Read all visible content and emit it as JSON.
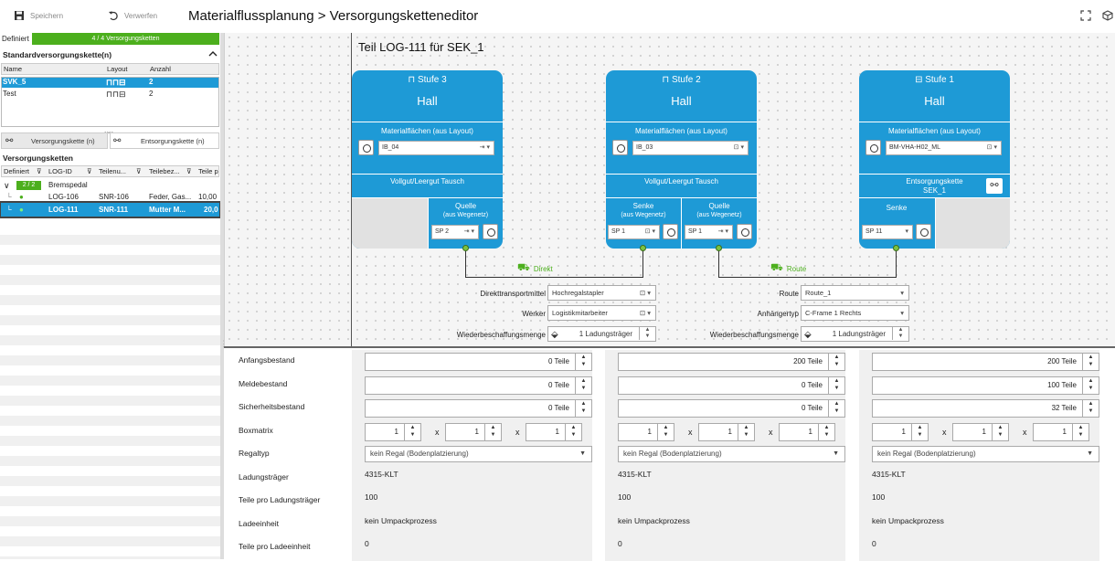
{
  "toolbar": {
    "save": "Speichern",
    "discard": "Verwerfen"
  },
  "title": "Materialflussplanung  >  Versorgungsketteneditor",
  "left": {
    "defined_label": "Definiert",
    "progress": "4 / 4 Versorgungsketten",
    "std_heading": "Standardversorgungskette(n)",
    "std_cols": [
      "Name",
      "Layout",
      "Anzahl zugewiesene..."
    ],
    "std_rows": [
      {
        "name": "SVK_5",
        "count": "2"
      },
      {
        "name": "Test",
        "count": "2"
      }
    ],
    "tab1": "Versorgungskette (n)",
    "tab2": "Entsorgungskette (n)",
    "chains_heading": "Versorgungsketten",
    "chain_cols": [
      "Definiert",
      "LOG-ID",
      "Teilenu...",
      "Teilebez...",
      "Teile p"
    ],
    "group": {
      "badge": "2 / 2",
      "name": "Bremspedal"
    },
    "chain_rows": [
      {
        "log": "LOG-106",
        "part": "SNR-106",
        "desc": "Feder, Gas...",
        "qty": "10,00"
      },
      {
        "log": "LOG-111",
        "part": "SNR-111",
        "desc": "Mutter M...",
        "qty": "20,0"
      }
    ]
  },
  "canvas": {
    "part_title": "Teil LOG-111 für SEK_1",
    "stages": [
      {
        "title": "Stufe 3",
        "hall": "Hall",
        "mat_label": "Materialflächen (aus Layout)",
        "mat_value": "IB_04",
        "mid": "Vollgut/Leergut Tausch",
        "src_label": "Quelle",
        "src_sub": "(aus Wegenetz)",
        "src_value": "SP 2"
      },
      {
        "title": "Stufe 2",
        "hall": "Hall",
        "mat_label": "Materialflächen (aus Layout)",
        "mat_value": "IB_03",
        "mid": "Vollgut/Leergut Tausch",
        "sink_label": "Senke",
        "sink_sub": "(aus Wegenetz)",
        "sink_value": "SP 1",
        "src_label": "Quelle",
        "src_sub": "(aus Wegenetz)",
        "src_value": "SP 1"
      },
      {
        "title": "Stufe 1",
        "hall": "Hall",
        "mat_label": "Materialflächen (aus Layout)",
        "mat_value": "BM-VHA-H02_ML",
        "mid": "Entsorgungskette",
        "mid2": "SEK_1",
        "sink_label": "Senke",
        "sink_value": "SP 11"
      }
    ],
    "transport1": {
      "type": "Direkt",
      "fields": [
        {
          "label": "Direkttransportmittel",
          "value": "Hochregalstapler"
        },
        {
          "label": "Werker",
          "value": "Logistikmitarbeiter"
        },
        {
          "label": "Wiederbeschaffungsmenge",
          "value": "1 Ladungsträger"
        }
      ]
    },
    "transport2": {
      "type": "Route",
      "fields": [
        {
          "label": "Route",
          "value": "Route_1"
        },
        {
          "label": "Anhängertyp",
          "value": "C-Frame 1 Rechts"
        },
        {
          "label": "Wiederbeschaffungsmenge",
          "value": "1 Ladungsträger"
        }
      ]
    }
  },
  "table": {
    "rows": [
      "Anfangsbestand",
      "Meldebestand",
      "Sicherheitsbestand",
      "Boxmatrix",
      "Regaltyp",
      "Ladungsträger",
      "Teile pro Ladungsträger",
      "Ladeeinheit",
      "Teile pro Ladeeinheit"
    ],
    "cols": [
      {
        "anfang": "0 Teile",
        "melde": "0 Teile",
        "sicher": "0 Teile",
        "box": [
          "1",
          "1",
          "1"
        ],
        "regal": "kein Regal (Bodenplatzierung)",
        "lt": "4315-KLT",
        "tpl": "100",
        "le": "kein Umpackprozess",
        "tple": "0"
      },
      {
        "anfang": "200 Teile",
        "melde": "0 Teile",
        "sicher": "0 Teile",
        "box": [
          "1",
          "1",
          "1"
        ],
        "regal": "kein Regal (Bodenplatzierung)",
        "lt": "4315-KLT",
        "tpl": "100",
        "le": "kein Umpackprozess",
        "tple": "0"
      },
      {
        "anfang": "200 Teile",
        "melde": "100 Teile",
        "sicher": "32 Teile",
        "box": [
          "1",
          "1",
          "1"
        ],
        "regal": "kein Regal (Bodenplatzierung)",
        "lt": "4315-KLT",
        "tpl": "100",
        "le": "kein Umpackprozess",
        "tple": "0"
      }
    ],
    "x": "x"
  },
  "colors": {
    "accent": "#1e9ad6",
    "green": "#4caf1d"
  }
}
